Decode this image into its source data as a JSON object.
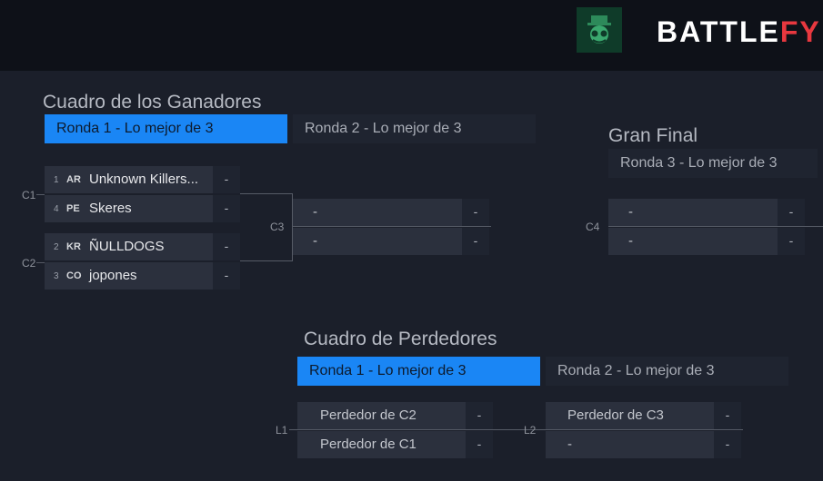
{
  "header": {
    "brand_main": "BATTLE",
    "brand_accent": "FY",
    "brand_accent_color": "#e8383f",
    "logo_icon": "organizer-mascot-logo"
  },
  "winners": {
    "title": "Cuadro de los Ganadores",
    "tabs": [
      "Ronda 1 - Lo mejor de 3",
      "Ronda 2 - Lo mejor de 3"
    ],
    "active_tab": 0,
    "matches": [
      {
        "label": "C1",
        "teams": [
          {
            "seed": "1",
            "region": "AR",
            "name": "Unknown Killers...",
            "score": "-"
          },
          {
            "seed": "4",
            "region": "PE",
            "name": "Skeres",
            "score": "-"
          }
        ]
      },
      {
        "label": "C2",
        "teams": [
          {
            "seed": "2",
            "region": "KR",
            "name": "ÑULLDOGS",
            "score": "-"
          },
          {
            "seed": "3",
            "region": "CO",
            "name": "jopones",
            "score": "-"
          }
        ]
      },
      {
        "label": "C3",
        "teams": [
          {
            "name": "-",
            "score": "-"
          },
          {
            "name": "-",
            "score": "-"
          }
        ]
      }
    ]
  },
  "grand_final": {
    "title": "Gran Final",
    "tab": "Ronda 3 - Lo mejor de 3",
    "match": {
      "label": "C4",
      "teams": [
        {
          "name": "-",
          "score": "-"
        },
        {
          "name": "-",
          "score": "-"
        }
      ]
    }
  },
  "losers": {
    "title": "Cuadro de Perdedores",
    "tabs": [
      "Ronda 1 - Lo mejor de 3",
      "Ronda 2 - Lo mejor de 3"
    ],
    "active_tab": 0,
    "matches": [
      {
        "label": "L1",
        "teams": [
          {
            "name": "Perdedor de C2",
            "score": "-"
          },
          {
            "name": "Perdedor de C1",
            "score": "-"
          }
        ]
      },
      {
        "label": "L2",
        "teams": [
          {
            "name": "Perdedor de C3",
            "score": "-"
          },
          {
            "name": "-",
            "score": "-"
          }
        ]
      }
    ]
  },
  "colors": {
    "accent": "#1a86f5",
    "background": "#1b1f2a",
    "slot": "#2b303d"
  }
}
